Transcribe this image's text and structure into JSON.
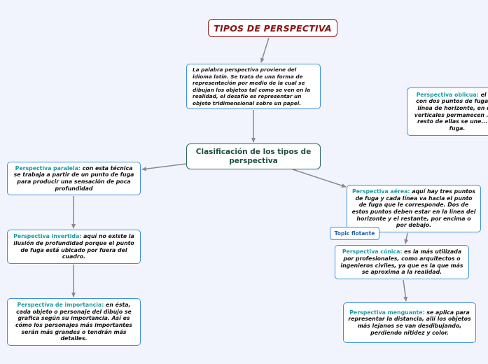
{
  "mindmap": {
    "root": {
      "title": "TIPOS DE PERSPECTIVA",
      "color": "#8a1414"
    },
    "intro": {
      "text": "La palabra perspectiva proviene del idioma latín. Se trata de una forma de representación por medio de la cual se dibujan los objetos tal como se ven en la realidad, el desafío es representar un objeto tridimensional sobre un papel."
    },
    "central": {
      "text": "Clasificación de los tipos de perspectiva",
      "color": "#1d4f3f"
    },
    "topics": {
      "paralela": {
        "label": "Perspectiva paralela:",
        "text": " con esta técnica se trabaja a partir de un punto de fuga para producir una sensación de poca profundidad"
      },
      "invertida": {
        "label": "Perspectiva invertida:",
        "text": " aquí no existe la ilusión de profundidad porque el punto de fuga está ubicado por fuera del cuadro."
      },
      "importancia": {
        "label": "Perspectiva de importancia:",
        "text": " en ésta, cada objeto o personaje del dibujo se grafica según su importancia. Así es cómo los personajes más importantes serán más grandes o tendrán más detalles."
      },
      "aerea": {
        "label": "Perspectiva aérea:",
        "text": " aquí hay tres puntos de fuga y cada línea va hacia el punto de fuga que le corresponde. Dos de estos puntos deben estar en la línea del horizonte y el restante, por encima o por debajo."
      },
      "conica": {
        "label": "Perspectiva cónica:",
        "text": " es la más utilizada por profesionales, como arquitectos o ingenieros civiles, ya que es la que más se aproxima a la realidad."
      },
      "menguante": {
        "label": "Perspectiva menguante:",
        "text": " se aplica para representar la distancia, allí los objetos más lejanos se van desdibujando, perdiendo nitidez y color."
      },
      "oblicua": {
        "label": "Perspectiva oblicua:",
        "text": " el a... con dos puntos de fuga, ... línea de horizonte, en d... verticales permanecen ... el resto de ellas se une... de fuga."
      }
    },
    "floating_topic": {
      "text": "Topic flotante"
    },
    "colors": {
      "background": "#f2f4fd",
      "topic_border": "#3b8fe0",
      "label_color": "#1a9aa3",
      "connector": "#8a8a8a"
    }
  }
}
